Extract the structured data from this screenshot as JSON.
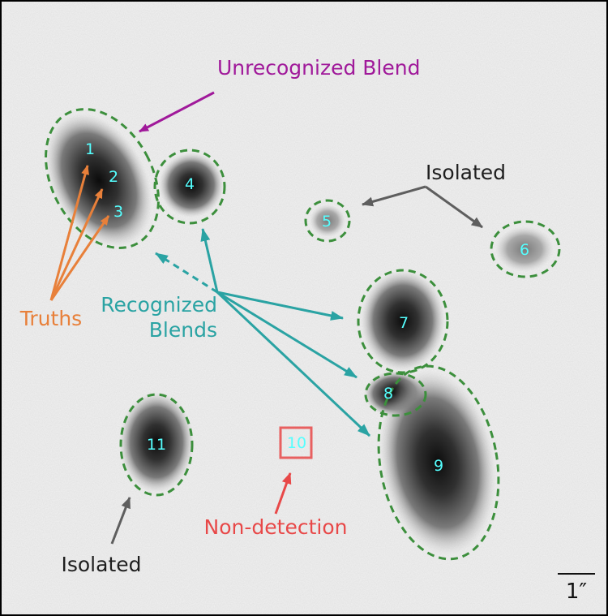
{
  "colors": {
    "background": "#d7d7d7",
    "border": "#000000",
    "ellipse": "#3c8f3c",
    "source_label": "#55ffff",
    "truths": "#e8803a",
    "recognized": "#2aa3a3",
    "unrecognized": "#a0199a",
    "isolated": "#5e5e5e",
    "nondetection": "#e84848"
  },
  "sources": [
    {
      "id": "1",
      "label": "1"
    },
    {
      "id": "2",
      "label": "2"
    },
    {
      "id": "3",
      "label": "3"
    },
    {
      "id": "4",
      "label": "4"
    },
    {
      "id": "5",
      "label": "5"
    },
    {
      "id": "6",
      "label": "6"
    },
    {
      "id": "7",
      "label": "7"
    },
    {
      "id": "8",
      "label": "8"
    },
    {
      "id": "9",
      "label": "9"
    },
    {
      "id": "10",
      "label": "10"
    },
    {
      "id": "11",
      "label": "11"
    }
  ],
  "annotations": {
    "unrecognized_blend": "Unrecognized Blend",
    "isolated_top": "Isolated",
    "isolated_bottom": "Isolated",
    "recognized_line1": "Recognized",
    "recognized_line2": "Blends",
    "truths": "Truths",
    "non_detection": "Non-detection"
  },
  "scale_bar": {
    "label": "1″"
  }
}
